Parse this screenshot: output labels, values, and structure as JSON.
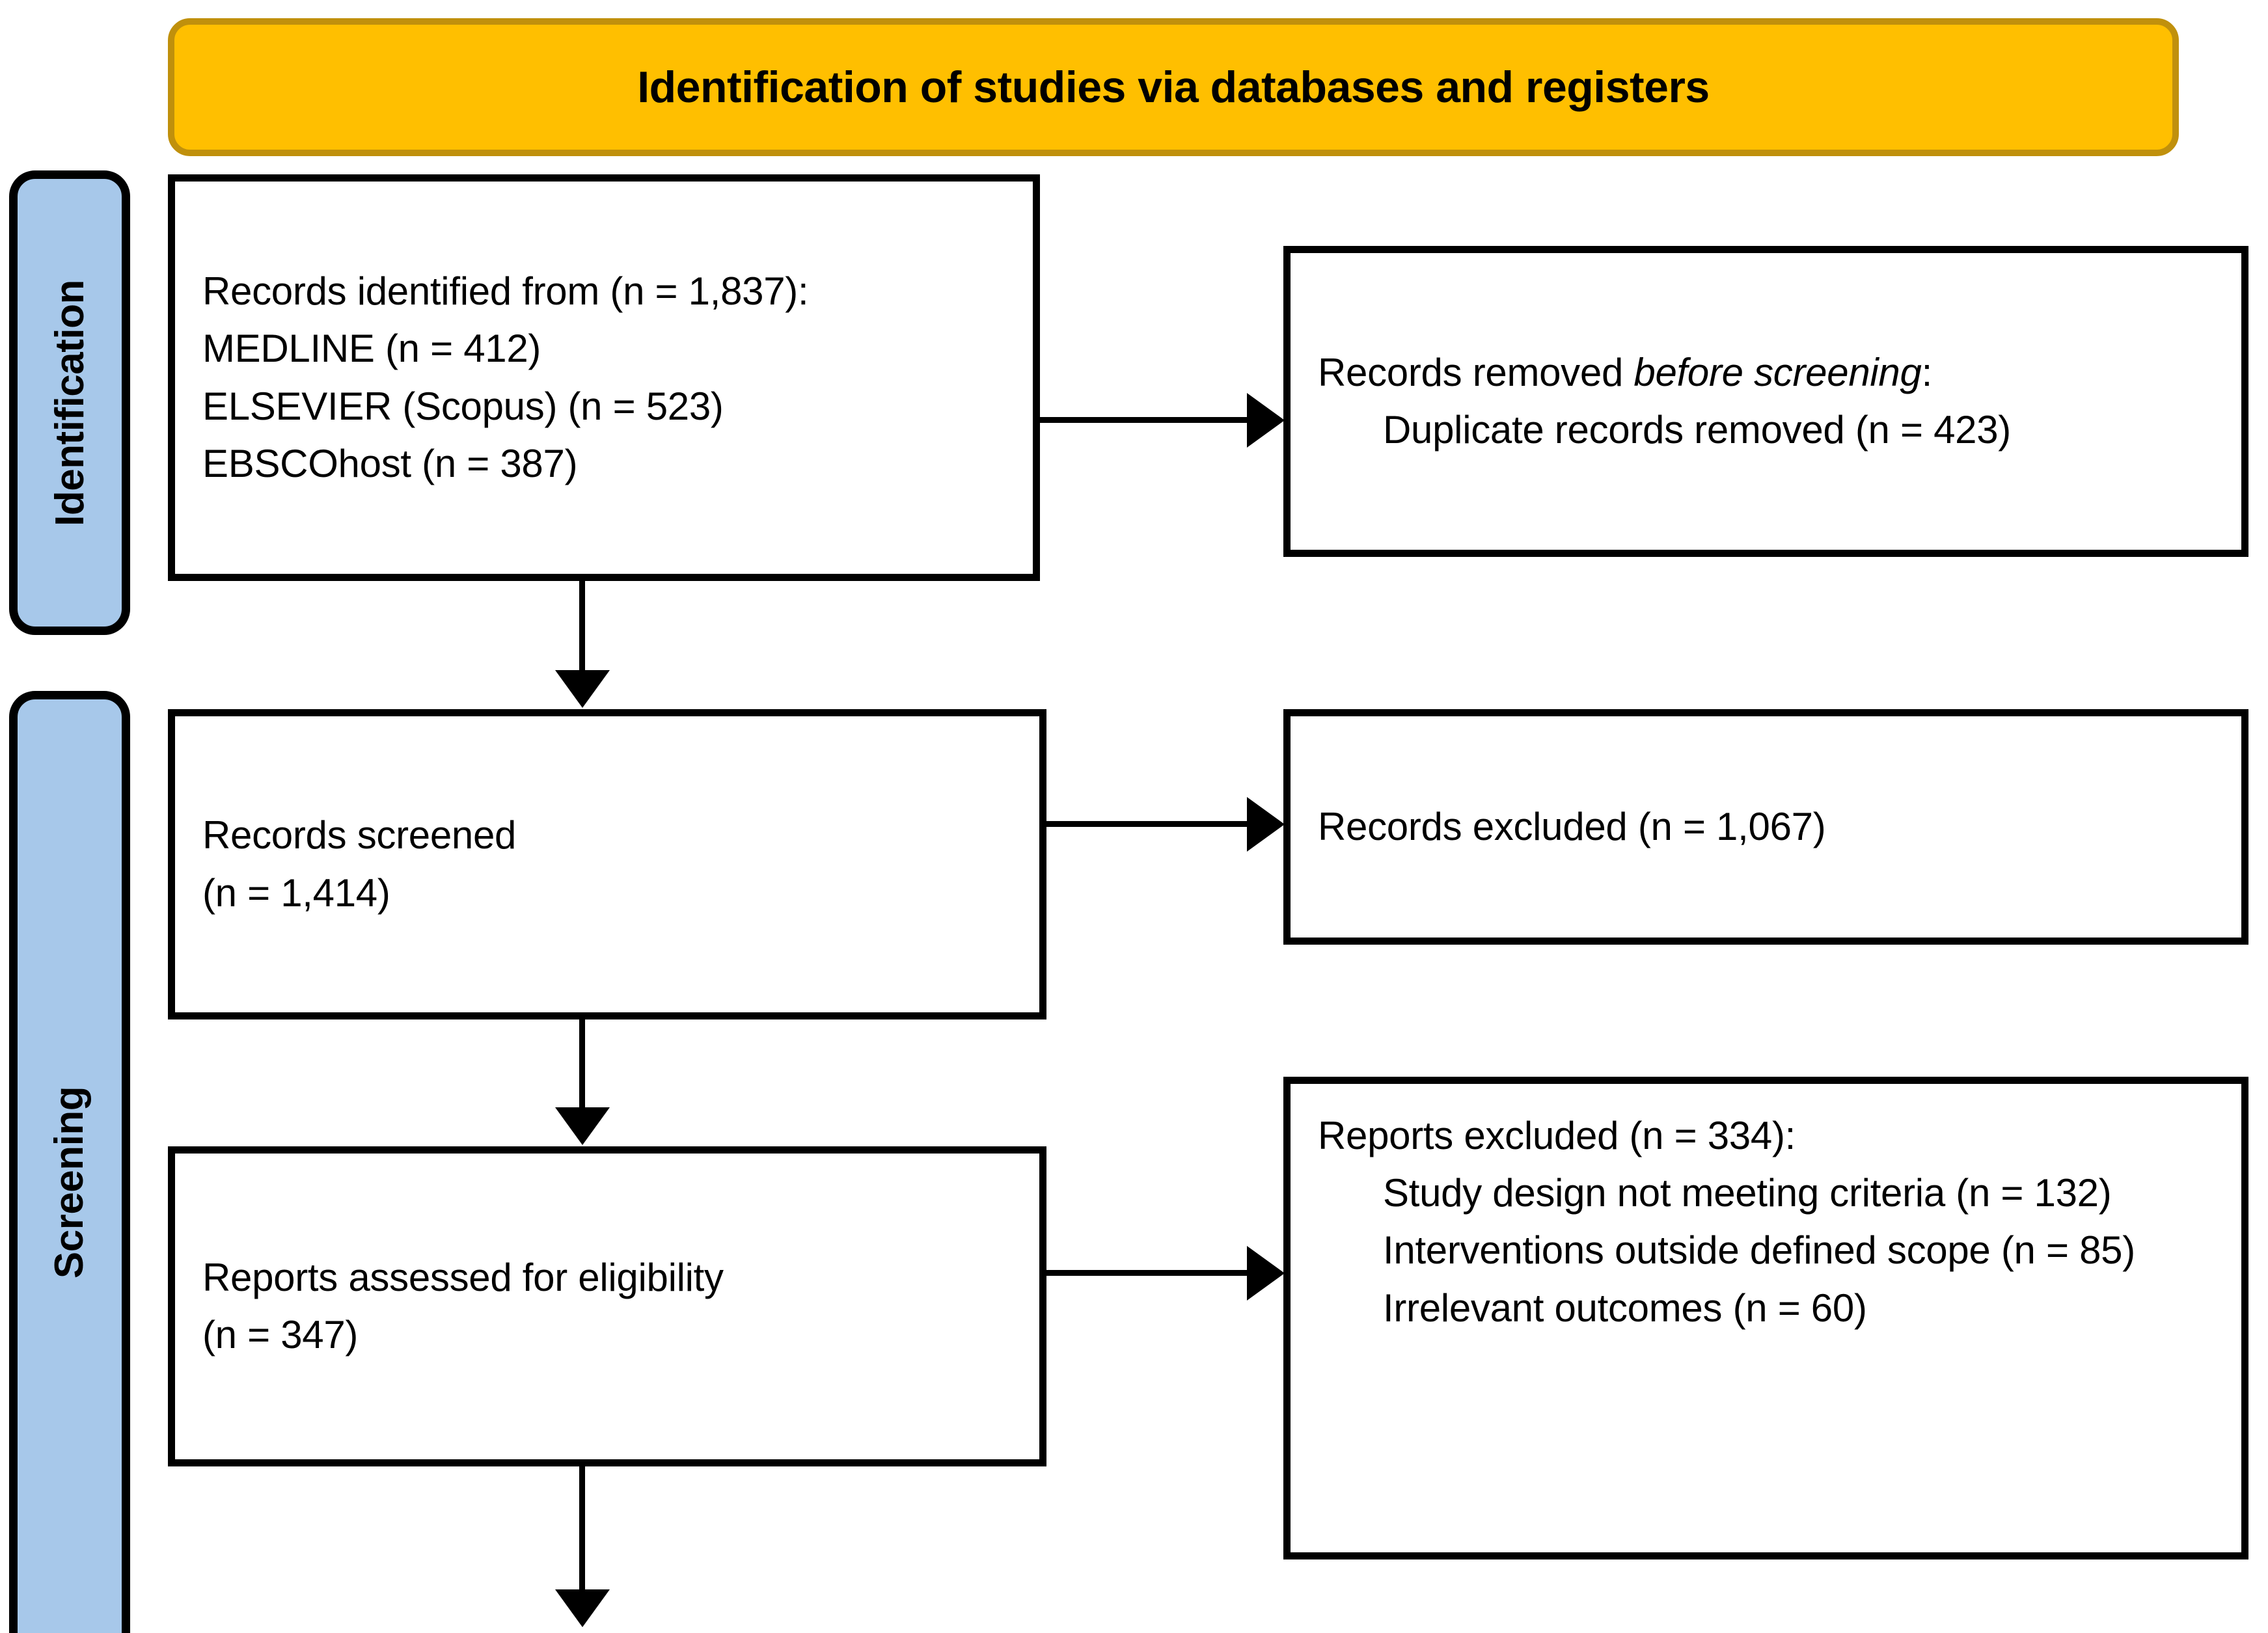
{
  "header": {
    "title": "Identification of studies via databases and registers",
    "fill_color": "#FFBF00",
    "border_color": "#C0900C"
  },
  "stages": [
    {
      "id": "identification",
      "label": "Identification",
      "fill_color": "#A7C8EA"
    },
    {
      "id": "screening",
      "label": "Screening",
      "fill_color": "#A7C8EA"
    }
  ],
  "boxes": {
    "identified": {
      "lines": [
        "Records identified from (n = 1,837):",
        "MEDLINE (n = 412)",
        "ELSEVIER (Scopus) (n = 523)",
        "EBSCOhost (n = 387)"
      ]
    },
    "removed": {
      "heading_prefix": "Records removed ",
      "heading_italic": "before screening",
      "heading_suffix": ":",
      "detail": "Duplicate records removed (n = 423)"
    },
    "screened": {
      "lines": [
        "Records screened",
        "(n = 1,414)"
      ]
    },
    "excluded": {
      "line": "Records excluded (n = 1,067)"
    },
    "eligibility": {
      "lines": [
        "Reports assessed for eligibility",
        "(n =   347)"
      ]
    },
    "reports_excluded": {
      "heading": "Reports excluded (n = 334):",
      "reasons": [
        "Study design not meeting criteria (n = 132)",
        "Interventions outside defined scope (n = 85)",
        "Irrelevant outcomes (n = 60)"
      ]
    }
  },
  "chart_data": {
    "type": "diagram",
    "title": "Identification of studies via databases and registers",
    "diagram_kind": "PRISMA flow diagram",
    "stages": [
      "Identification",
      "Screening"
    ],
    "nodes": [
      {
        "id": "identified",
        "stage": "Identification",
        "label": "Records identified from",
        "n": 1837,
        "sources": [
          {
            "name": "MEDLINE",
            "n": 412
          },
          {
            "name": "ELSEVIER (Scopus)",
            "n": 523
          },
          {
            "name": "EBSCOhost",
            "n": 387
          }
        ]
      },
      {
        "id": "removed",
        "stage": "Identification",
        "label": "Records removed before screening",
        "items": [
          {
            "name": "Duplicate records removed",
            "n": 423
          }
        ]
      },
      {
        "id": "screened",
        "stage": "Screening",
        "label": "Records screened",
        "n": 1414
      },
      {
        "id": "excluded",
        "stage": "Screening",
        "label": "Records excluded",
        "n": 1067
      },
      {
        "id": "eligibility",
        "stage": "Screening",
        "label": "Reports assessed for eligibility",
        "n": 347
      },
      {
        "id": "reports_excluded",
        "stage": "Screening",
        "label": "Reports excluded",
        "n": 334,
        "items": [
          {
            "name": "Study design not meeting criteria",
            "n": 132
          },
          {
            "name": "Interventions outside defined scope",
            "n": 85
          },
          {
            "name": "Irrelevant outcomes",
            "n": 60
          }
        ]
      }
    ],
    "edges": [
      {
        "from": "identified",
        "to": "removed",
        "direction": "right"
      },
      {
        "from": "identified",
        "to": "screened",
        "direction": "down"
      },
      {
        "from": "screened",
        "to": "excluded",
        "direction": "right"
      },
      {
        "from": "screened",
        "to": "eligibility",
        "direction": "down"
      },
      {
        "from": "eligibility",
        "to": "reports_excluded",
        "direction": "right"
      },
      {
        "from": "eligibility",
        "to": "(next stage, off-screen)",
        "direction": "down"
      }
    ]
  }
}
